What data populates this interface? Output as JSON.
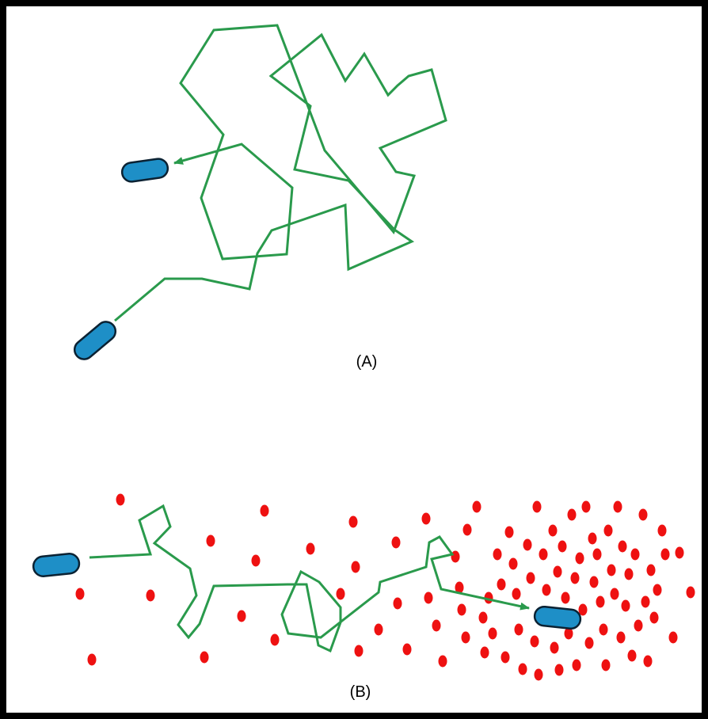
{
  "panels": {
    "a": {
      "label": "(A)"
    },
    "b": {
      "label": "(B)"
    }
  },
  "colors": {
    "frame": "#000000",
    "path": "#2a9a4c",
    "bacterium_fill": "#1e8fc7",
    "bacterium_stroke": "#0b2233",
    "attractant": "#ee1111"
  },
  "icons": {
    "bacterium": "bacterium-capsule",
    "direction": "arrowhead",
    "attractant": "attractant-dot"
  }
}
